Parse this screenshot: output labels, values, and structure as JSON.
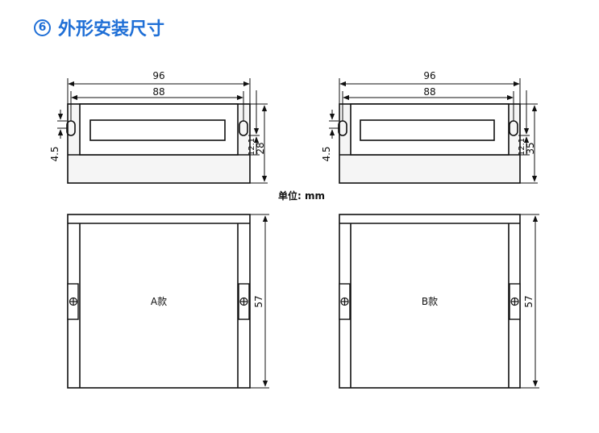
{
  "section": {
    "number": "6",
    "title": "外形安装尺寸"
  },
  "unit_label": "单位: mm",
  "models": [
    {
      "label": "A款",
      "width_outer": "96",
      "width_inner": "88",
      "hole_offset": "4.5",
      "slot_height": "12.1",
      "height": "28",
      "depth": "57"
    },
    {
      "label": "B款",
      "width_outer": "96",
      "width_inner": "88",
      "hole_offset": "4.5",
      "slot_height": "12.1",
      "height": "35",
      "depth": "57"
    }
  ],
  "colors": {
    "title": "#1f6fd6",
    "line": "#111111",
    "box_fill": "#f5f5f5"
  },
  "icons": {
    "mount_screw": "crossed-circle-icon",
    "section_number": "circled-number-icon"
  }
}
